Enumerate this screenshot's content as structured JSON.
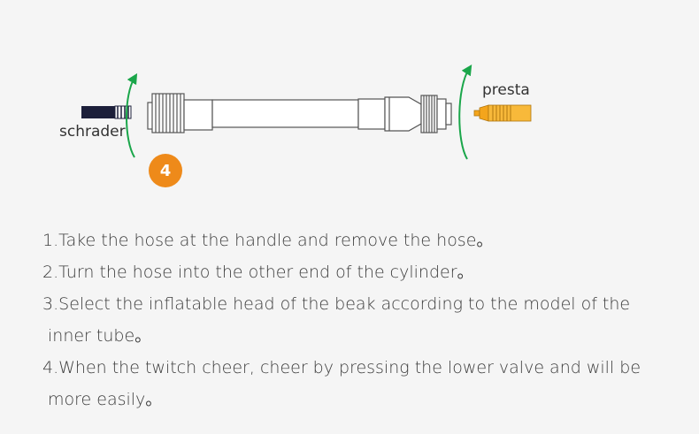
{
  "diagram": {
    "left_valve_label": "schrader",
    "right_valve_label": "presta",
    "step_number": "4",
    "colors": {
      "arrow": "#1aa64a",
      "badge": "#ee8a1a",
      "schrader_body": "#1c1f3a",
      "presta_body": "#f4a51c",
      "hose_stroke": "#555555"
    }
  },
  "instructions": {
    "line1": "1.Take the hose at the handle and remove the hose。",
    "line2": "2.Turn the hose into the other end of the cylinder。",
    "line3a": "3.Select the inflatable head of the beak according to the model of the",
    "line3b": "inner tube。",
    "line4a": "4.When the twitch cheer, cheer by pressing the lower valve and will be",
    "line4b": "more easily。"
  }
}
